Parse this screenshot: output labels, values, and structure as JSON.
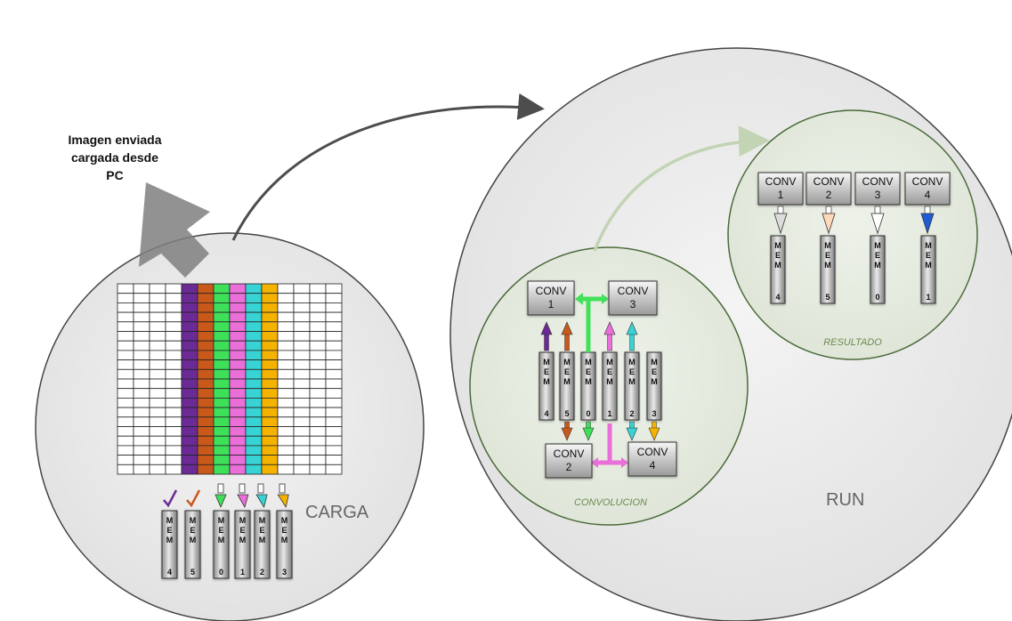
{
  "upload_caption": {
    "line1": "Imagen enviada",
    "line2": "cargada desde",
    "line3": "PC"
  },
  "carga": {
    "label": "CARGA",
    "mem_modules": [
      {
        "letters": [
          "M",
          "E",
          "M"
        ],
        "num": "4"
      },
      {
        "letters": [
          "M",
          "E",
          "M"
        ],
        "num": "5"
      },
      {
        "letters": [
          "M",
          "E",
          "M"
        ],
        "num": "0"
      },
      {
        "letters": [
          "M",
          "E",
          "M"
        ],
        "num": "1"
      },
      {
        "letters": [
          "M",
          "E",
          "M"
        ],
        "num": "2"
      },
      {
        "letters": [
          "M",
          "E",
          "M"
        ],
        "num": "3"
      }
    ],
    "column_colors": [
      "#6b2a96",
      "#c9591b",
      "#3ee05a",
      "#ea6fd8",
      "#38d3d4",
      "#f5b300"
    ]
  },
  "run": {
    "label": "RUN",
    "convolucion": {
      "label": "CONVOLUCION",
      "conv_blocks": [
        {
          "word": "CONV",
          "num": "1"
        },
        {
          "word": "CONV",
          "num": "3"
        },
        {
          "word": "CONV",
          "num": "2"
        },
        {
          "word": "CONV",
          "num": "4"
        }
      ],
      "mem_modules": [
        {
          "letters": [
            "M",
            "E",
            "M"
          ],
          "num": "4"
        },
        {
          "letters": [
            "M",
            "E",
            "M"
          ],
          "num": "5"
        },
        {
          "letters": [
            "M",
            "E",
            "M"
          ],
          "num": "0"
        },
        {
          "letters": [
            "M",
            "E",
            "M"
          ],
          "num": "1"
        },
        {
          "letters": [
            "M",
            "E",
            "M"
          ],
          "num": "2"
        },
        {
          "letters": [
            "M",
            "E",
            "M"
          ],
          "num": "3"
        }
      ]
    },
    "resultado": {
      "label": "RESULTADO",
      "conv_blocks": [
        {
          "word": "CONV",
          "num": "1"
        },
        {
          "word": "CONV",
          "num": "2"
        },
        {
          "word": "CONV",
          "num": "3"
        },
        {
          "word": "CONV",
          "num": "4"
        }
      ],
      "mem_modules": [
        {
          "letters": [
            "M",
            "E",
            "M"
          ],
          "num": "4"
        },
        {
          "letters": [
            "M",
            "E",
            "M"
          ],
          "num": "5"
        },
        {
          "letters": [
            "M",
            "E",
            "M"
          ],
          "num": "0"
        },
        {
          "letters": [
            "M",
            "E",
            "M"
          ],
          "num": "1"
        }
      ]
    }
  }
}
